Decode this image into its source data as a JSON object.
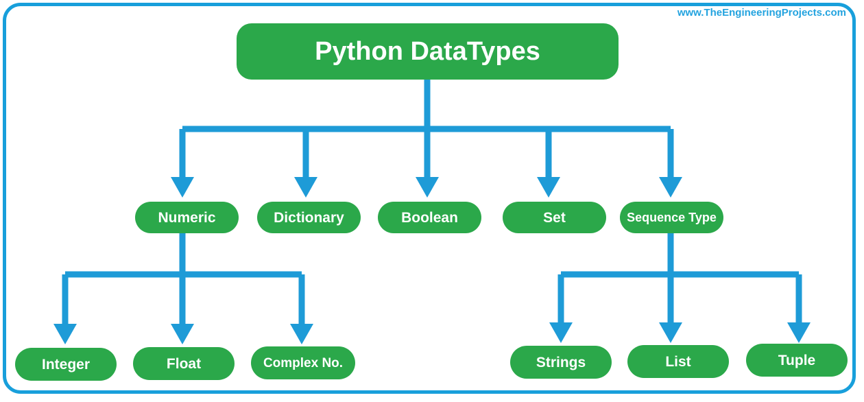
{
  "page": {
    "watermark": "www.TheEngineeringProjects.com",
    "frame_color": "#189FDB",
    "node_color": "#2BA84A",
    "connector_color": "#1E9BD7",
    "text_color": "#FFFFFF",
    "background": "#FFFFFF"
  },
  "diagram": {
    "title": "Python DataTypes",
    "root": {
      "label": "Python DataTypes"
    },
    "level2": [
      {
        "label": "Numeric"
      },
      {
        "label": "Dictionary"
      },
      {
        "label": "Boolean"
      },
      {
        "label": "Set"
      },
      {
        "label": "Sequence Type"
      }
    ],
    "numeric_children": [
      {
        "label": "Integer"
      },
      {
        "label": "Float"
      },
      {
        "label": "Complex No."
      }
    ],
    "sequence_children": [
      {
        "label": "Strings"
      },
      {
        "label": "List"
      },
      {
        "label": "Tuple"
      }
    ]
  }
}
